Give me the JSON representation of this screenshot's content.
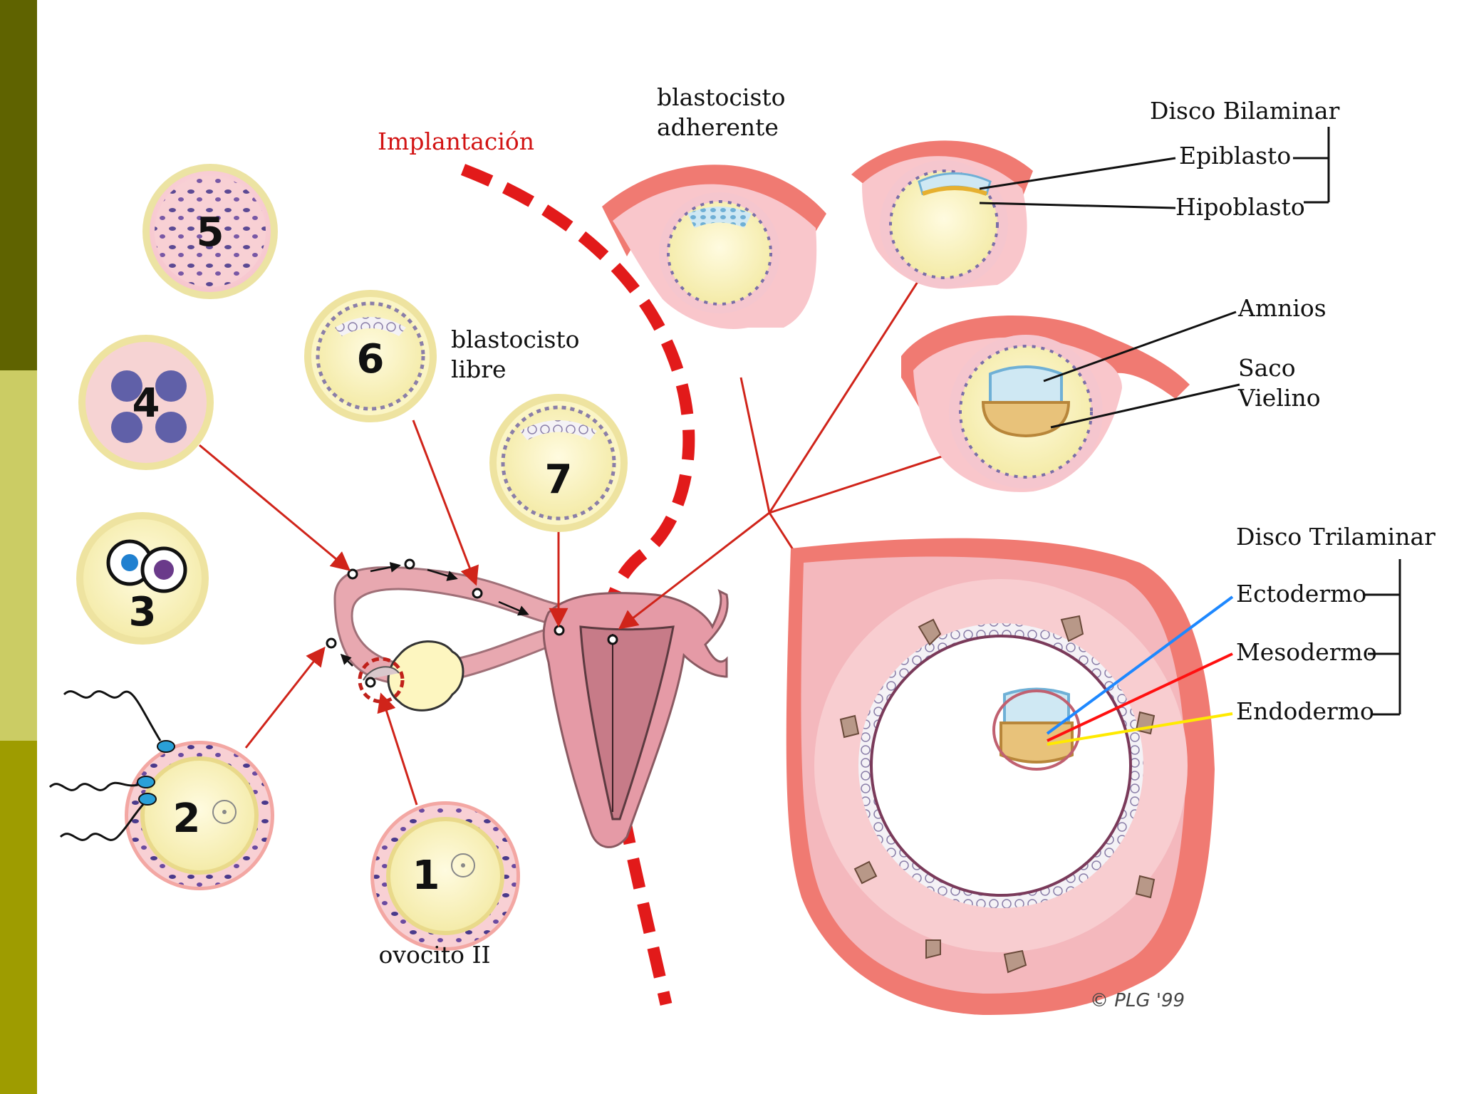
{
  "colors": {
    "sidebar_top": "#5f6300",
    "sidebar_mid": "#cbcc64",
    "sidebar_bottom": "#9e9c00",
    "implantation_line": "#e21a1a",
    "arrow": "#d0241a",
    "ectoderm_line": "#1e88ff",
    "mesoderm_line": "#ff1010",
    "endoderm_line": "#ffea00",
    "uterine_wall": "#f07a72",
    "tissue_pink": "#f8cdd0",
    "cell_yellow": "#fbf6c8"
  },
  "labels": {
    "implantation": "Implantación",
    "blastocyst_adherent_1": "blastocisto",
    "blastocyst_adherent_2": "adherente",
    "blastocyst_free_1": "blastocisto",
    "blastocyst_free_2": "libre",
    "bilaminar_disc": "Disco Bilaminar",
    "epiblast": "Epiblasto",
    "hypoblast": "Hipoblasto",
    "amnion": "Amnios",
    "yolk_sac_1": "Saco",
    "yolk_sac_2": "Vielino",
    "trilaminar_disc": "Disco Trilaminar",
    "ectoderm": "Ectodermo",
    "mesoderm": "Mesodermo",
    "endoderm": "Endodermo",
    "oocyte": "ovocito II",
    "copyright": "© PLG '99"
  },
  "stages": [
    "1",
    "2",
    "3",
    "4",
    "5",
    "6",
    "7"
  ]
}
